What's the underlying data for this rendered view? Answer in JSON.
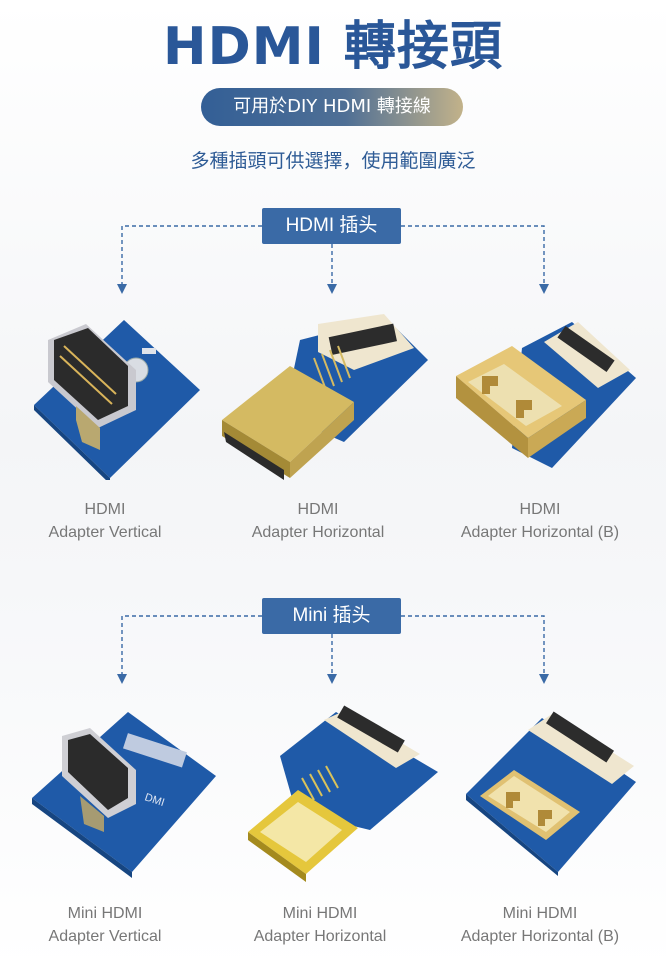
{
  "header": {
    "title": "HDMI 轉接頭",
    "pill": "可用於DIY HDMI 轉接線",
    "subtitle": "多種插頭可供選擇，使用範圍廣泛"
  },
  "sections": [
    {
      "label": "HDMI 插头",
      "products": [
        {
          "line1": "HDMI",
          "line2": "Adapter Vertical"
        },
        {
          "line1": "HDMI",
          "line2": "Adapter Horizontal"
        },
        {
          "line1": "HDMI",
          "line2": "Adapter Horizontal (B)"
        }
      ]
    },
    {
      "label": "Mini 插头",
      "products": [
        {
          "line1": "Mini HDMI",
          "line2": "Adapter Vertical"
        },
        {
          "line1": "Mini HDMI",
          "line2": "Adapter Horizontal"
        },
        {
          "line1": "Mini HDMI",
          "line2": "Adapter Horizontal (B)"
        }
      ]
    }
  ],
  "colors": {
    "title": "#2a5798",
    "label_bg": "#3a6aa6",
    "pcb": "#1f5aa8",
    "gold": "#d9b45a",
    "connector_beige": "#efe6cf"
  }
}
